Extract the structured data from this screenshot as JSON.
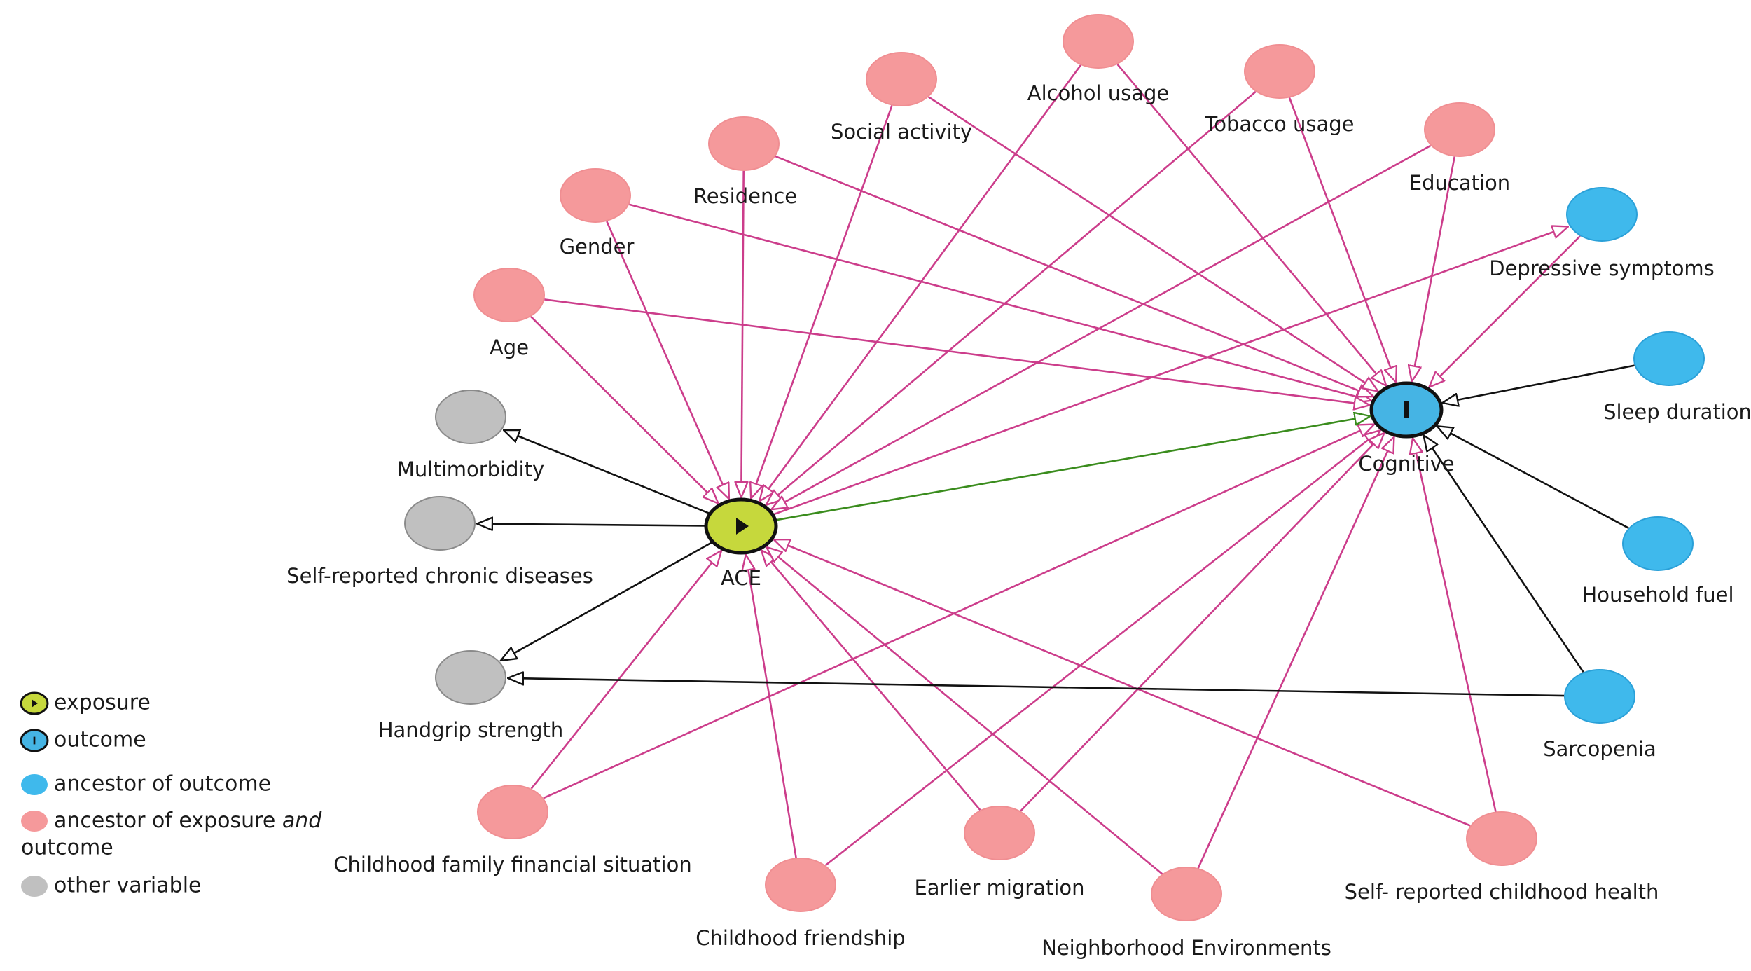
{
  "colors": {
    "exposure": "#c6d83c",
    "outcome": "#45b4e4",
    "ancestor_outcome": "#3fb9ec",
    "ancestor_both": "#f5999b",
    "other": "#c0c0c0",
    "edge_confounding": "#cc3d8b",
    "edge_causal": "#3a8c1d",
    "edge_other": "#111111"
  },
  "nodes": [
    {
      "id": "ace",
      "label": "ACE",
      "type": "exposure",
      "icon": "play-icon"
    },
    {
      "id": "cognitive",
      "label": "Cognitive",
      "type": "outcome",
      "icon": "bar-icon"
    },
    {
      "id": "gender",
      "label": "Gender",
      "type": "ancestor_both"
    },
    {
      "id": "residence",
      "label": "Residence",
      "type": "ancestor_both"
    },
    {
      "id": "social_activity",
      "label": "Social activity",
      "type": "ancestor_both"
    },
    {
      "id": "alcohol",
      "label": "Alcohol usage",
      "type": "ancestor_both"
    },
    {
      "id": "tobacco",
      "label": "Tobacco usage",
      "type": "ancestor_both"
    },
    {
      "id": "education",
      "label": "Education",
      "type": "ancestor_both"
    },
    {
      "id": "age",
      "label": "Age",
      "type": "ancestor_both"
    },
    {
      "id": "childhood_financial",
      "label": "Childhood family financial situation",
      "type": "ancestor_both"
    },
    {
      "id": "childhood_friendship",
      "label": "Childhood friendship",
      "type": "ancestor_both"
    },
    {
      "id": "earlier_migration",
      "label": "Earlier migration",
      "type": "ancestor_both"
    },
    {
      "id": "neighborhood",
      "label": "Neighborhood Environments",
      "type": "ancestor_both"
    },
    {
      "id": "childhood_health",
      "label": "Self- reported childhood health",
      "type": "ancestor_both"
    },
    {
      "id": "depressive",
      "label": "Depressive symptoms",
      "type": "ancestor_outcome"
    },
    {
      "id": "sleep",
      "label": "Sleep duration",
      "type": "ancestor_outcome"
    },
    {
      "id": "household_fuel",
      "label": "Household fuel",
      "type": "ancestor_outcome"
    },
    {
      "id": "sarcopenia",
      "label": "Sarcopenia",
      "type": "ancestor_outcome"
    },
    {
      "id": "multimorbidity",
      "label": "Multimorbidity",
      "type": "other"
    },
    {
      "id": "chronic",
      "label": "Self-reported chronic diseases",
      "type": "other"
    },
    {
      "id": "handgrip",
      "label": "Handgrip strength",
      "type": "other"
    }
  ],
  "edges": [
    {
      "from": "gender",
      "to": "ace",
      "kind": "confounding"
    },
    {
      "from": "gender",
      "to": "cognitive",
      "kind": "confounding"
    },
    {
      "from": "residence",
      "to": "ace",
      "kind": "confounding"
    },
    {
      "from": "residence",
      "to": "cognitive",
      "kind": "confounding"
    },
    {
      "from": "social_activity",
      "to": "ace",
      "kind": "confounding"
    },
    {
      "from": "social_activity",
      "to": "cognitive",
      "kind": "confounding"
    },
    {
      "from": "alcohol",
      "to": "ace",
      "kind": "confounding"
    },
    {
      "from": "alcohol",
      "to": "cognitive",
      "kind": "confounding"
    },
    {
      "from": "tobacco",
      "to": "ace",
      "kind": "confounding"
    },
    {
      "from": "tobacco",
      "to": "cognitive",
      "kind": "confounding"
    },
    {
      "from": "education",
      "to": "ace",
      "kind": "confounding"
    },
    {
      "from": "education",
      "to": "cognitive",
      "kind": "confounding"
    },
    {
      "from": "age",
      "to": "ace",
      "kind": "confounding"
    },
    {
      "from": "age",
      "to": "cognitive",
      "kind": "confounding"
    },
    {
      "from": "childhood_financial",
      "to": "ace",
      "kind": "confounding"
    },
    {
      "from": "childhood_financial",
      "to": "cognitive",
      "kind": "confounding"
    },
    {
      "from": "childhood_friendship",
      "to": "ace",
      "kind": "confounding"
    },
    {
      "from": "childhood_friendship",
      "to": "cognitive",
      "kind": "confounding"
    },
    {
      "from": "earlier_migration",
      "to": "ace",
      "kind": "confounding"
    },
    {
      "from": "earlier_migration",
      "to": "cognitive",
      "kind": "confounding"
    },
    {
      "from": "neighborhood",
      "to": "ace",
      "kind": "confounding"
    },
    {
      "from": "neighborhood",
      "to": "cognitive",
      "kind": "confounding"
    },
    {
      "from": "childhood_health",
      "to": "ace",
      "kind": "confounding"
    },
    {
      "from": "childhood_health",
      "to": "cognitive",
      "kind": "confounding"
    },
    {
      "from": "ace",
      "to": "depressive",
      "kind": "confounding"
    },
    {
      "from": "depressive",
      "to": "cognitive",
      "kind": "confounding"
    },
    {
      "from": "ace",
      "to": "cognitive",
      "kind": "causal"
    },
    {
      "from": "sleep",
      "to": "cognitive",
      "kind": "other"
    },
    {
      "from": "household_fuel",
      "to": "cognitive",
      "kind": "other"
    },
    {
      "from": "sarcopenia",
      "to": "cognitive",
      "kind": "other"
    },
    {
      "from": "sarcopenia",
      "to": "handgrip",
      "kind": "other"
    },
    {
      "from": "ace",
      "to": "multimorbidity",
      "kind": "other"
    },
    {
      "from": "ace",
      "to": "chronic",
      "kind": "other"
    },
    {
      "from": "ace",
      "to": "handgrip",
      "kind": "other"
    }
  ],
  "legend": [
    {
      "label": "exposure",
      "type": "exposure",
      "icon": "play-icon"
    },
    {
      "label": "outcome",
      "type": "outcome",
      "icon": "bar-icon"
    },
    {
      "label": "ancestor of outcome",
      "type": "ancestor_outcome"
    },
    {
      "label": "ancestor of exposure and outcome",
      "label_parts": [
        "ancestor of exposure ",
        "and",
        " outcome"
      ],
      "type": "ancestor_both"
    },
    {
      "label": "other variable",
      "type": "other"
    }
  ]
}
